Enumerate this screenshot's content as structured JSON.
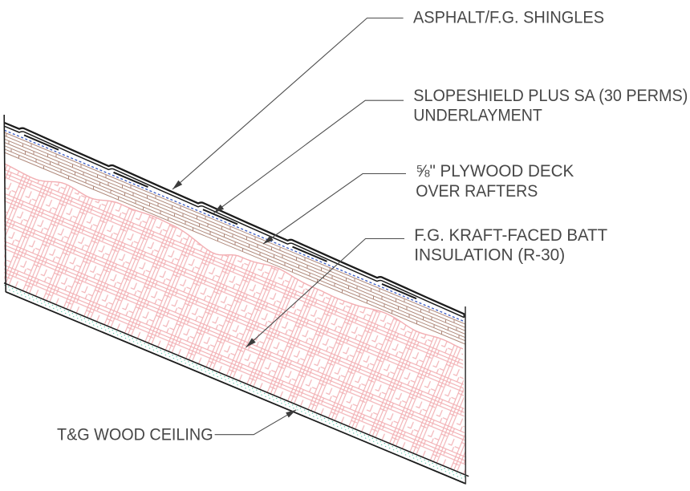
{
  "drawing": {
    "type": "roof-assembly-section-detail",
    "callouts": [
      {
        "id": "shingles",
        "lines": [
          "ASPHALT/F.G. SHINGLES"
        ]
      },
      {
        "id": "underlayment",
        "lines": [
          "SLOPESHIELD PLUS SA (30 PERMS)",
          "UNDERLAYMENT"
        ]
      },
      {
        "id": "plywood-deck",
        "lines": [
          "⅝\" PLYWOOD DECK",
          "OVER RAFTERS"
        ]
      },
      {
        "id": "batt-insulation",
        "lines": [
          "F.G. KRAFT-FACED BATT",
          "INSULATION (R-30)"
        ]
      },
      {
        "id": "wood-ceiling",
        "lines": [
          "T&G WOOD CEILING"
        ]
      }
    ],
    "colors": {
      "background": "#ffffff",
      "ink": "#1c1c1c",
      "edge_line": "#3d3d3d",
      "leader": "#4d4d4d",
      "arrow": "#3c3c3c",
      "text": "#474747",
      "underlayment_blue": "#3c5ec5",
      "plywood_tan": "#b08a7c",
      "insulation_pink": "#f2aeb2",
      "ceiling_teal": "#4cc3a3"
    }
  }
}
